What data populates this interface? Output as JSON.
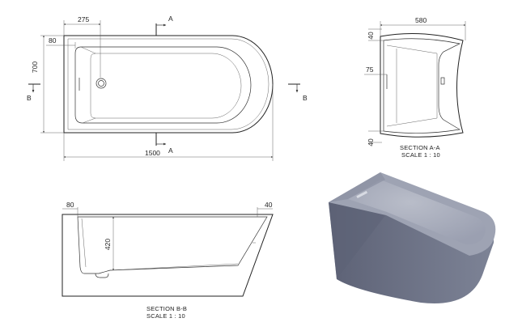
{
  "plan_view": {
    "dims": {
      "d275": "275",
      "d80": "80",
      "d700": "700",
      "d1500": "1500"
    },
    "markers": {
      "a_top": "A",
      "a_bottom": "A",
      "b_left": "B",
      "b_right": "B"
    }
  },
  "section_aa": {
    "dims": {
      "d580": "580",
      "d40_top": "40",
      "d75": "75",
      "d40_bottom": "40"
    },
    "caption_line1": "SECTION A-A",
    "caption_line2": "SCALE 1 : 10"
  },
  "section_bb": {
    "dims": {
      "d80": "80",
      "d40": "40",
      "d420": "420"
    },
    "caption_line1": "SECTION B-B",
    "caption_line2": "SCALE 1 : 10"
  },
  "render_3d": {
    "colors": {
      "body": "#7d8396",
      "top": "#9ea3b3",
      "inner": "#b9bdc9",
      "shadow": "#5d6276"
    }
  }
}
